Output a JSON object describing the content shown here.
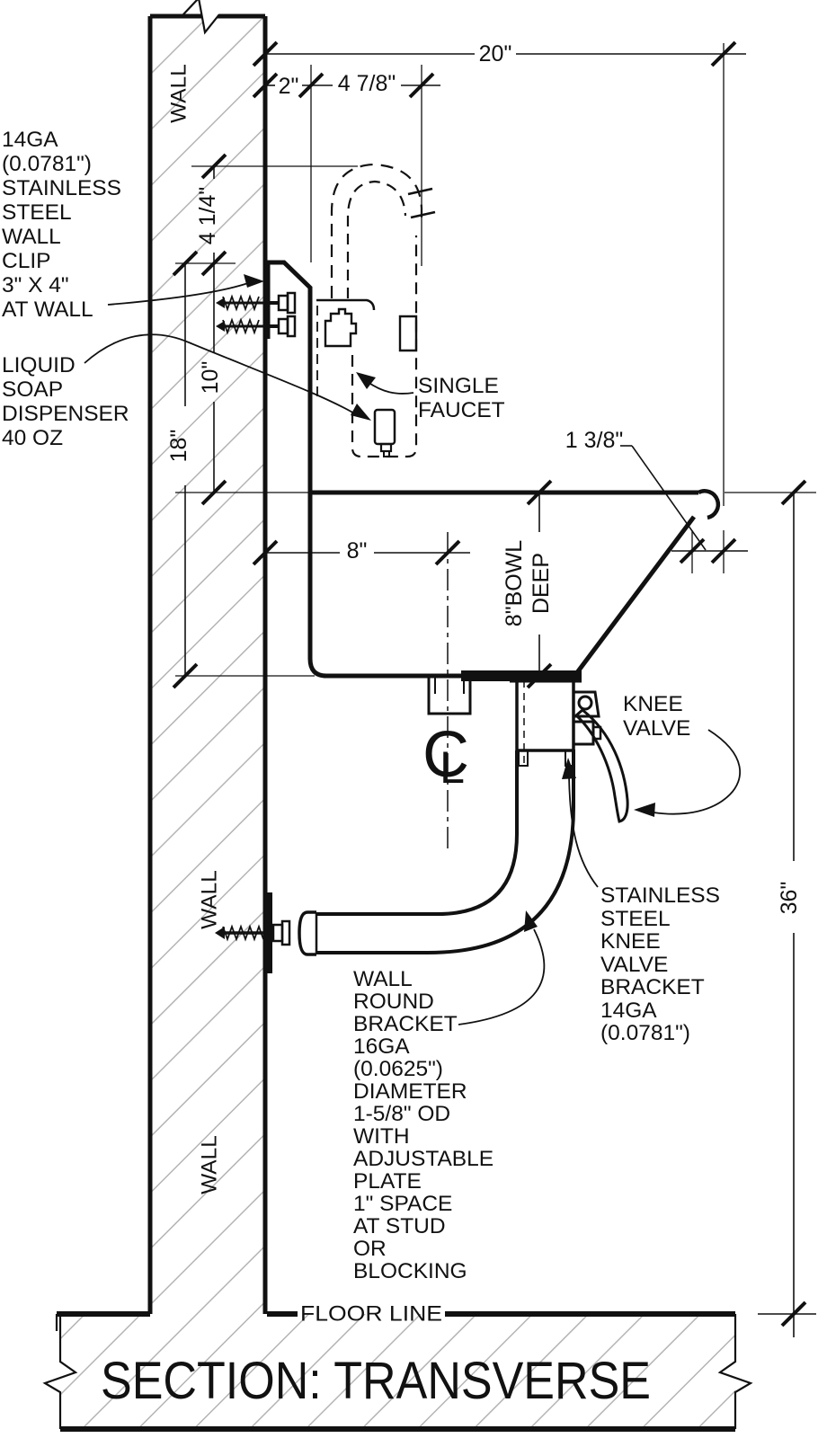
{
  "drawing": {
    "section_title": "SECTION: TRANSVERSE",
    "floor_line_label": "FLOOR LINE",
    "wall_label_top": "WALL",
    "wall_label_mid": "WALL",
    "wall_label_bottom": "WALL",
    "centerline_symbol": {
      "c": "C",
      "l": "L"
    },
    "dimensions": {
      "overall_width": "20\"",
      "clip_setback": "2\"",
      "faucet_setback": "4 7/8\"",
      "spout_height": "4 1/4\"",
      "clip_to_rim": "10\"",
      "clip_to_bowl_bottom": "18\"",
      "drain_setback": "8\"",
      "bowl_depth_line1": "8\"BOWL",
      "bowl_depth_line2": "DEEP",
      "rim_return": "1 3/8\"",
      "rim_height": "36\""
    },
    "annotations": {
      "wall_clip": {
        "lines": [
          "14GA",
          "(0.0781\")",
          "STAINLESS",
          "STEEL",
          "WALL",
          "CLIP",
          "3\" X 4\"",
          "AT WALL"
        ]
      },
      "soap_dispenser": {
        "lines": [
          "LIQUID",
          "SOAP",
          "DISPENSER",
          "40 OZ"
        ]
      },
      "single_faucet": {
        "lines": [
          "SINGLE",
          "FAUCET"
        ]
      },
      "knee_valve": {
        "lines": [
          "KNEE",
          "VALVE"
        ]
      },
      "knee_valve_bracket": {
        "lines": [
          "STAINLESS",
          "STEEL",
          "KNEE",
          "VALVE",
          "BRACKET",
          "14GA",
          "(0.0781\")"
        ]
      },
      "wall_round_bracket": {
        "lines": [
          "WALL",
          "ROUND",
          "BRACKET",
          "16GA",
          "(0.0625\")",
          "DIAMETER",
          "1-5/8\" OD",
          "WITH",
          "ADJUSTABLE",
          "PLATE",
          "1\" SPACE",
          "AT STUD",
          "OR",
          "BLOCKING"
        ]
      }
    },
    "colors": {
      "line": "#111111",
      "hatch": "#b4b4b4",
      "background": "#ffffff"
    }
  }
}
